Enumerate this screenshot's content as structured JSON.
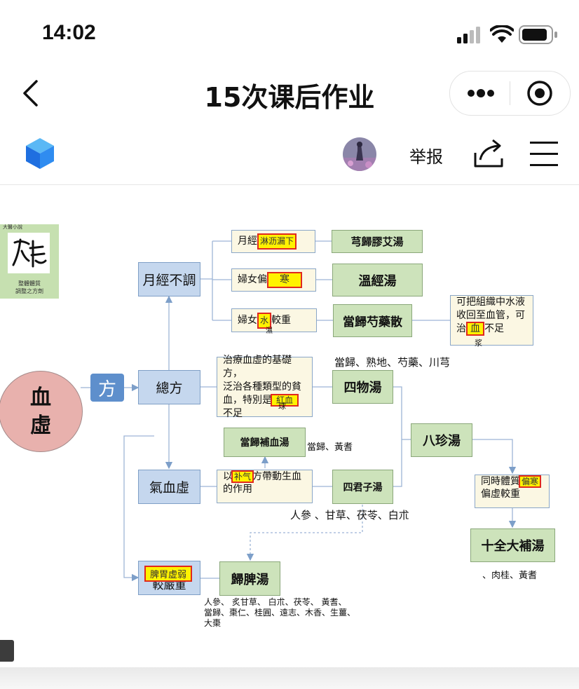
{
  "status": {
    "time": "14:02"
  },
  "nav": {
    "title": "15次课后作业"
  },
  "toolbar": {
    "report": "举报"
  },
  "diagram": {
    "logo": {
      "top_text": "大醫小說",
      "caption_line1": "整體體質",
      "caption_line2": "調整之方劑"
    },
    "root": {
      "line1": "血",
      "line2": "虛"
    },
    "fang": "方",
    "nodes": {
      "yuejing": "月經不調",
      "zongfang": "總方",
      "qixuexu": "氣血虛",
      "piwei": "較嚴重"
    },
    "highlights": {
      "linli": "淋沥漏下",
      "han": "寒",
      "shui": "水",
      "hongxue": "紅血",
      "buqi": "补气",
      "piwei": "脾胃虚弱",
      "xue": "血",
      "pianhan": "偏寒"
    },
    "conditions": {
      "c1_prefix": "月經",
      "c2_prefix": "婦女偏",
      "c3_prefix": "婦女",
      "c3_suffix": "較重",
      "c3_below": "濕",
      "desc_line1": "治療血虛的基礎方，",
      "desc_line2": "泛治各種類型的貧",
      "desc_line3_prefix": "血，特別是",
      "desc_line4": "不足",
      "desc_below": "球",
      "qi_prefix": "以",
      "qi_suffix": "方帶動生血",
      "qi_line2": "的作用",
      "right_line1": "可把組織中水液",
      "right_line2": "收回至血管，可",
      "right_line3_prefix": "治",
      "right_line3_suffix": "不足",
      "right_below": "浆",
      "tongshi_line1": "同時體質",
      "tongshi_line2": "偏虛較重"
    },
    "formulas": {
      "f1": "芎歸膠艾湯",
      "f2": "溫經湯",
      "f3": "當歸芍藥散",
      "f4": "四物湯",
      "f5": "當歸補血湯",
      "f6": "四君子湯",
      "f7": "八珍湯",
      "f8": "十全大補湯",
      "f9": "歸脾湯"
    },
    "ingredients": {
      "siwu": "當歸、熟地、芍藥、川芎",
      "buxue": "當歸、黃耆",
      "sijunzi": "人參 、甘草、茯苓、白朮",
      "shiquan": "、肉桂、黃耆",
      "guipi_line1": "人參、 炙甘草、 白朮、茯苓、 黃耆、",
      "guipi_line2": "當歸、棗仁、桂圓、遠志、木香、生薑、",
      "guipi_line3": "大棗"
    }
  }
}
